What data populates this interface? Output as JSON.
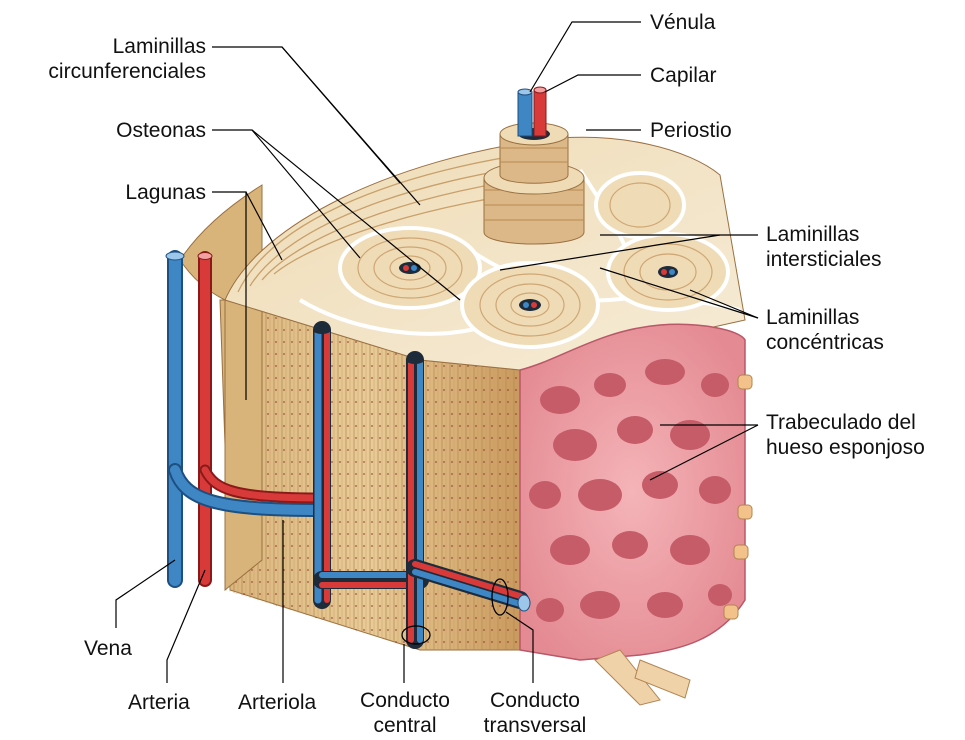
{
  "labels": {
    "laminillas_circ": [
      "Laminillas",
      "circunferenciales"
    ],
    "osteonas": "Osteonas",
    "lagunas": "Lagunas",
    "venula": "Vénula",
    "capilar": "Capilar",
    "periostio": "Periostio",
    "laminillas_inter": [
      "Laminillas",
      "intersticiales"
    ],
    "laminillas_conc": [
      "Laminillas",
      "concéntricas"
    ],
    "trabeculado": [
      "Trabeculado del",
      "hueso esponjoso"
    ],
    "vena": "Vena",
    "arteria": "Arteria",
    "arteriola": "Arteriola",
    "conducto_central": [
      "Conducto",
      "central"
    ],
    "conducto_transversal": [
      "Conducto",
      "transversal"
    ]
  },
  "colors": {
    "bone_light": "#f3e6cc",
    "bone_mid": "#e0c390",
    "bone_dark": "#c99a5e",
    "lamella_line": "#ffffff",
    "spongy": "#eb9aa0",
    "spongy_dark": "#c55c68",
    "vein": "#3f86c4",
    "artery": "#d83a3a",
    "leader": "#000000"
  }
}
